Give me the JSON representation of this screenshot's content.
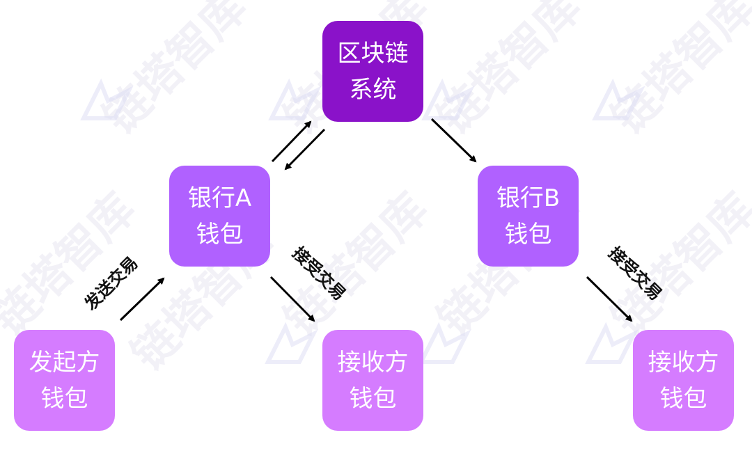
{
  "watermark": {
    "text": "链塔智库",
    "logo_color": "#dcdcf5"
  },
  "colors": {
    "system": "#8a12c9",
    "bank": "#b061ff",
    "wallet": "#d57cff",
    "arrow": "#000000"
  },
  "nodes": {
    "blockchain_system": {
      "line1": "区块链",
      "line2": "系统"
    },
    "bank_a_wallet": {
      "line1": "银行A",
      "line2": "钱包"
    },
    "bank_b_wallet": {
      "line1": "银行B",
      "line2": "钱包"
    },
    "sender_wallet": {
      "line1": "发起方",
      "line2": "钱包"
    },
    "receiver_wallet_a": {
      "line1": "接收方",
      "line2": "钱包"
    },
    "receiver_wallet_b": {
      "line1": "接收方",
      "line2": "钱包"
    }
  },
  "edge_labels": {
    "send_transaction": "发送交易",
    "receive_transaction_a": "接受交易",
    "receive_transaction_b": "接受交易"
  }
}
